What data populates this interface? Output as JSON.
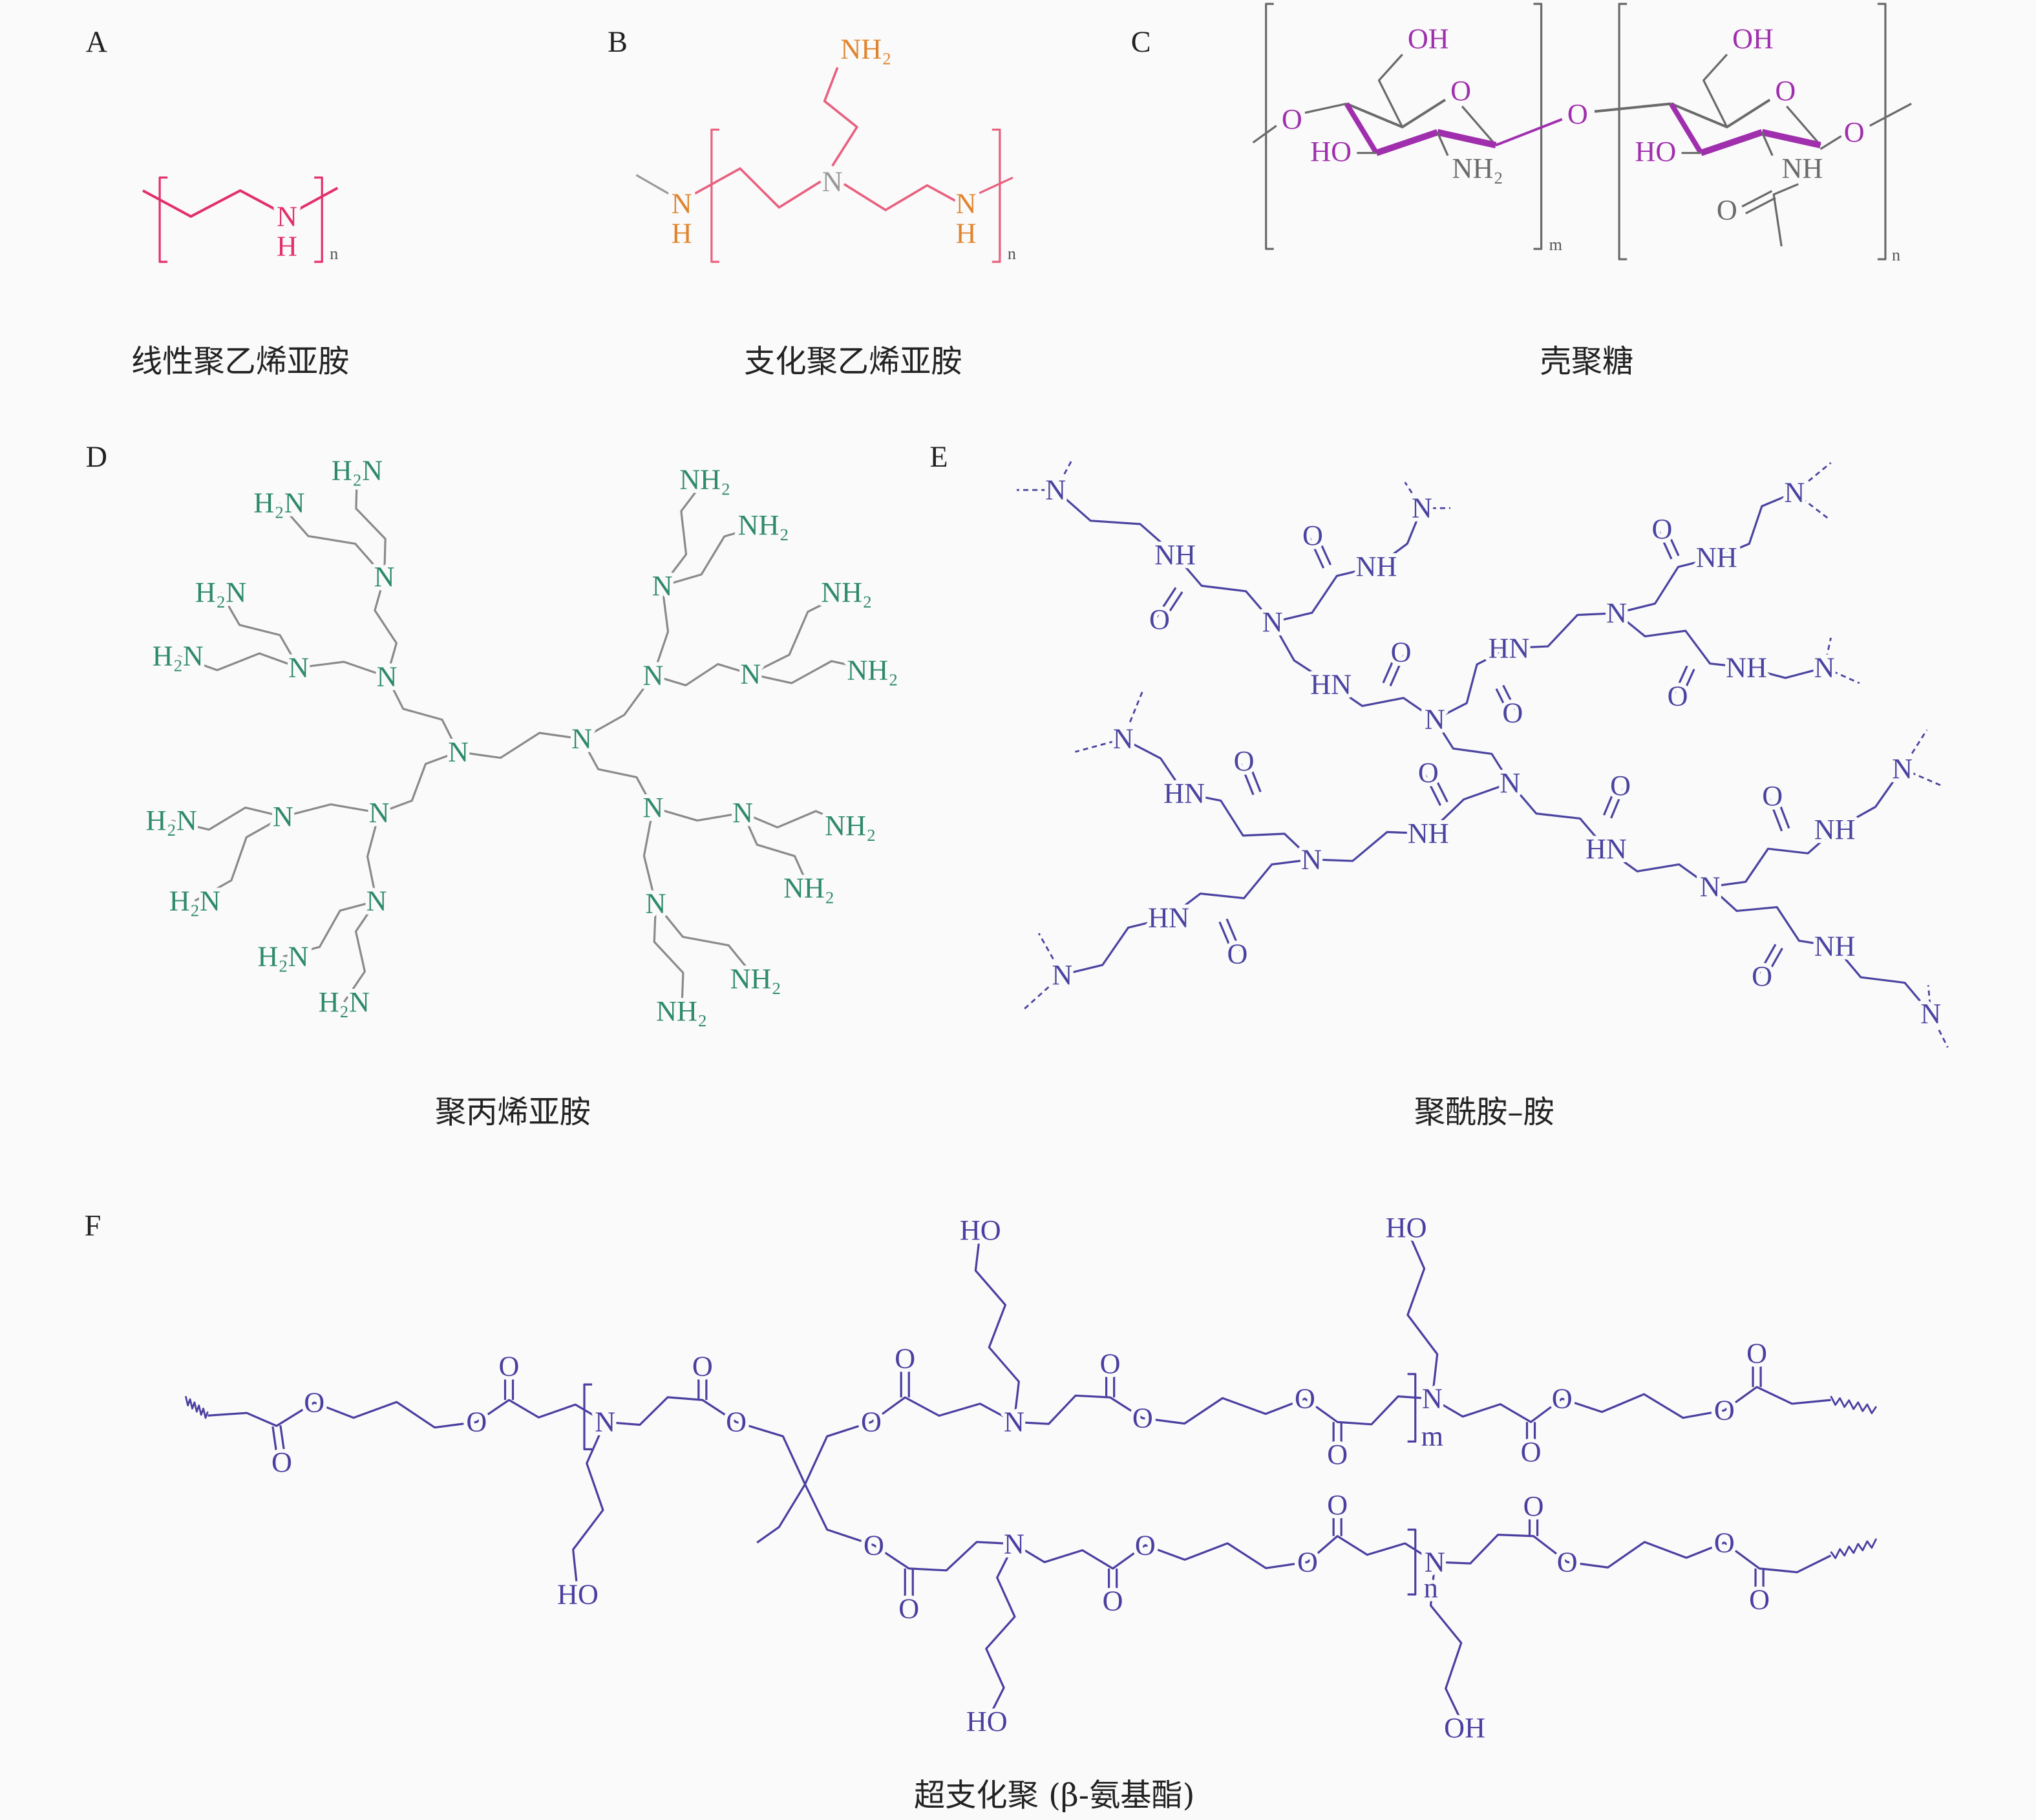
{
  "panels": {
    "A": {
      "letter": "A",
      "caption": "线性聚乙烯亚胺"
    },
    "B": {
      "letter": "B",
      "caption": "支化聚乙烯亚胺"
    },
    "C": {
      "letter": "C",
      "caption": "壳聚糖"
    },
    "D": {
      "letter": "D",
      "caption": "聚丙烯亚胺"
    },
    "E": {
      "letter": "E",
      "caption": "聚酰胺–胺"
    },
    "F": {
      "letter": "F",
      "caption": "超支化聚 (β-氨基酯)"
    }
  },
  "atom_labels": {
    "N": "N",
    "H": "H",
    "NH": "NH",
    "HN": "HN",
    "NH2": "NH₂",
    "H2N": "H₂N",
    "O": "O",
    "OH": "OH",
    "HO": "HO",
    "m": "m",
    "n": "n"
  },
  "colors": {
    "A": "#e2306a",
    "B_bond": "#e8607f",
    "B_atom": "#e0852e",
    "C_bond": "#6a6a6a",
    "C_accent": "#a02fae",
    "D_atom": "#2f8a6b",
    "D_bond": "#8a8a8a",
    "E": "#4a44a0",
    "F": "#4a3fa0"
  }
}
